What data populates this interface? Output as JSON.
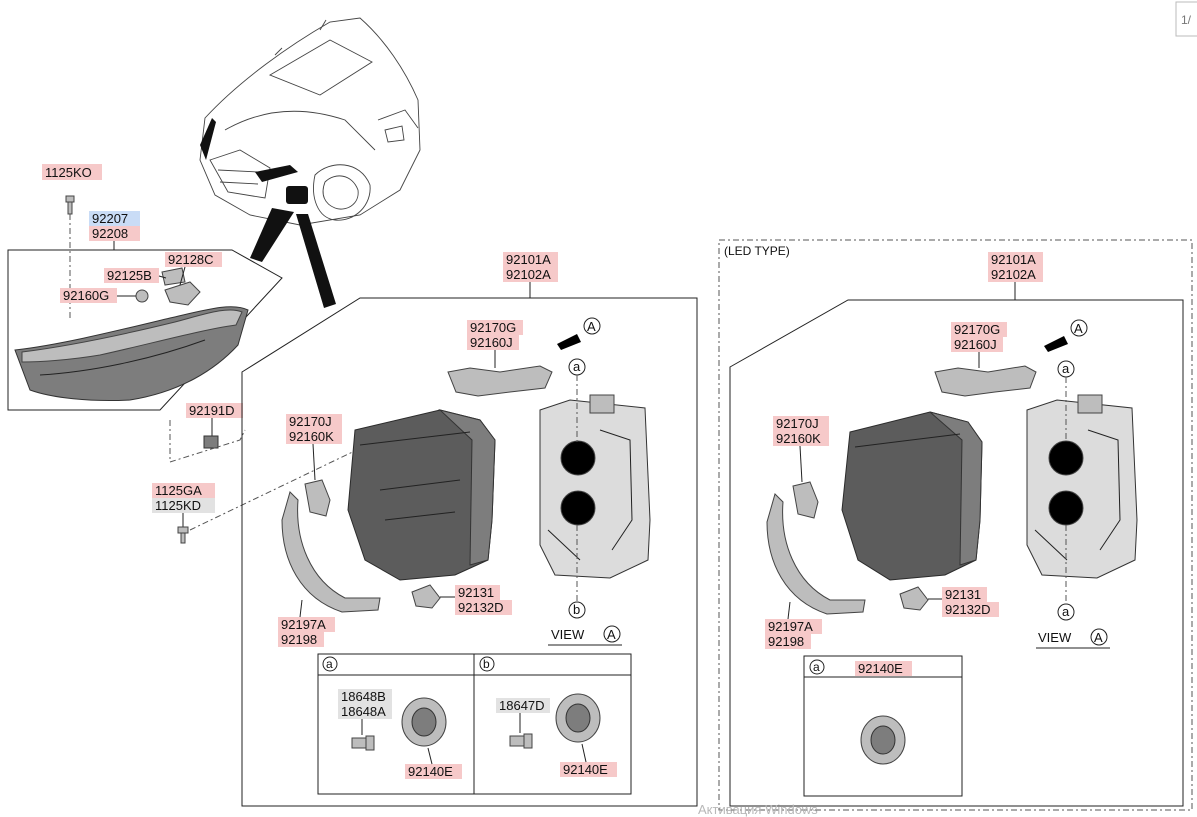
{
  "page_indicator": "1/",
  "watermark": "Активация Windows",
  "colors": {
    "highlight_red": "#f6c9c9",
    "highlight_blue": "#c9dcf6",
    "highlight_gray": "#e2e2e2"
  },
  "labels": {
    "p1125KO": "1125KO",
    "p92207": "92207",
    "p92208": "92208",
    "p92128C": "92128C",
    "p92125B": "92125B",
    "p92160G": "92160G",
    "p92191D": "92191D",
    "p1125GA": "1125GA",
    "p1125KD": "1125KD",
    "m92101A": "92101A",
    "m92102A": "92102A",
    "m92170G": "92170G",
    "m92160J": "92160J",
    "m92170J": "92170J",
    "m92160K": "92160K",
    "m92131": "92131",
    "m92132D": "92132D",
    "m92197A": "92197A",
    "m92198": "92198",
    "a18648B": "18648B",
    "a18648A": "18648A",
    "a92140E": "92140E",
    "b18647D": "18647D",
    "b92140E": "92140E",
    "r92101A": "92101A",
    "r92102A": "92102A",
    "r92170G": "92170G",
    "r92160J": "92160J",
    "r92170J": "92170J",
    "r92160K": "92160K",
    "r92131": "92131",
    "r92132D": "92132D",
    "r92197A": "92197A",
    "r92198": "92198",
    "ra92140E": "92140E"
  },
  "led_type_title": "(LED TYPE)",
  "view_label": "VIEW",
  "circle_marks": {
    "a": "a",
    "b": "b",
    "A": "A"
  }
}
